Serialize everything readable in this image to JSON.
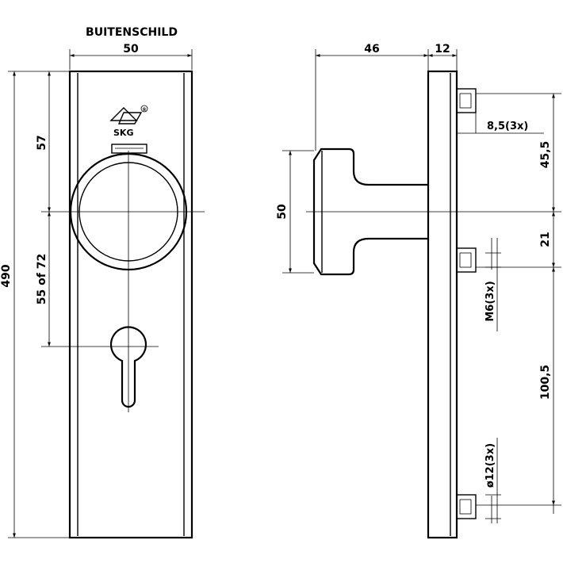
{
  "front_view": {
    "title": "BUITENSCHILD",
    "dim_width": "50",
    "dim_total_height": "490",
    "dim_top_to_knob": "57",
    "dim_knob_to_cylinder": "55 of 72",
    "logo_text": "SKG",
    "logo_reg": "®"
  },
  "side_view": {
    "dim_knob_projection": "46",
    "dim_plate_thickness": "12",
    "dim_knob_diameter": "50",
    "dim_screw_offset": "8,5(3x)",
    "dim_upper_spacing": "45,5",
    "dim_middle_spacing": "21",
    "dim_thread": "M6(3x)",
    "dim_lower_spacing": "100,5",
    "dim_boss_diameter": "ø12(3x)"
  }
}
